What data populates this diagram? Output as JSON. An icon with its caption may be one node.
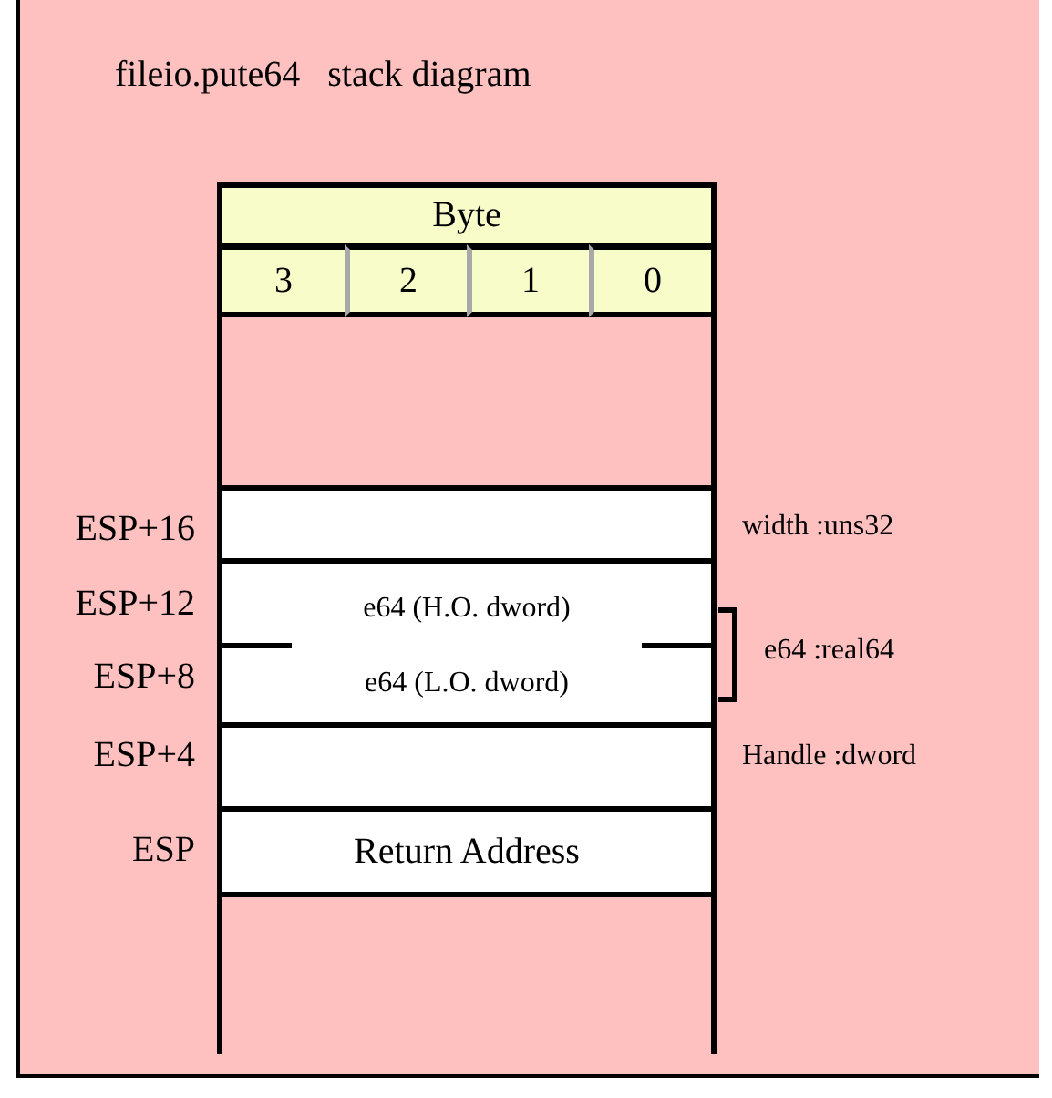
{
  "diagram": {
    "title": "fileio.pute64   stack diagram",
    "nodes": [
      {
        "text": [
          "Byte"
        ]
      },
      {
        "text": [
          "3"
        ]
      },
      {
        "text": [
          "2"
        ]
      },
      {
        "text": [
          "1"
        ]
      },
      {
        "text": [
          "0"
        ]
      },
      {
        "text": [],
        "shape": "box"
      },
      {
        "text": [
          "e64 (H.O. dword)",
          "e64 (L.O. dword)"
        ]
      },
      {
        "text": [],
        "shape": "box"
      },
      {
        "text": [
          "Return Address"
        ]
      }
    ],
    "labels": [
      "ESP+16",
      "ESP+12",
      "ESP+8",
      "ESP+4",
      "ESP",
      "width :uns32",
      "e64 :real64",
      "Handle :dword"
    ]
  }
}
